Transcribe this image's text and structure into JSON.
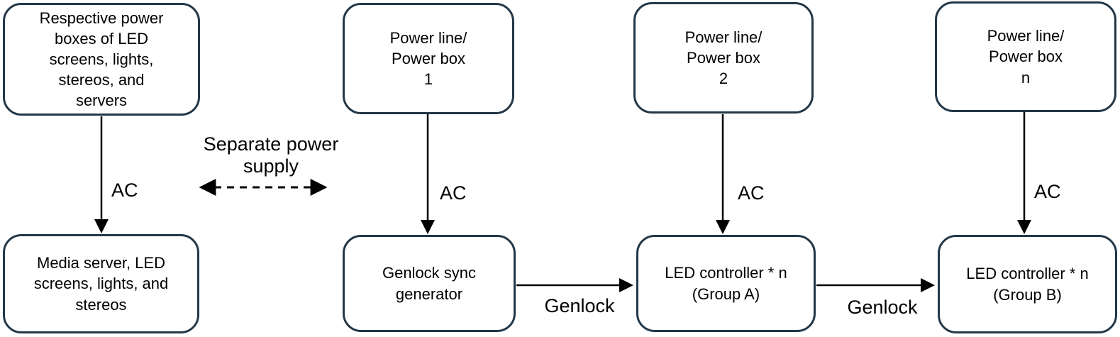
{
  "diagram": {
    "boxes": {
      "power_boxes": "Respective power\nboxes of LED\nscreens, lights,\nstereos, and\nservers",
      "power_line_1": "Power line/\nPower box\n1",
      "power_line_2": "Power line/\nPower box\n2",
      "power_line_n": "Power line/\nPower box\nn",
      "media_server": "Media server, LED\nscreens, lights, and\nstereos",
      "genlock_generator": "Genlock sync\ngenerator",
      "led_controller_a": "LED controller * n\n(Group A)",
      "led_controller_b": "LED controller * n\n(Group B)"
    },
    "edge_labels": {
      "separate_power": "Separate power\nsupply",
      "ac_1": "AC",
      "ac_2": "AC",
      "ac_3": "AC",
      "ac_4": "AC",
      "genlock_1": "Genlock",
      "genlock_2": "Genlock"
    },
    "colors": {
      "box_border": "#233747",
      "arrow": "#000000",
      "text": "#000000",
      "background": "#ffffff"
    }
  }
}
